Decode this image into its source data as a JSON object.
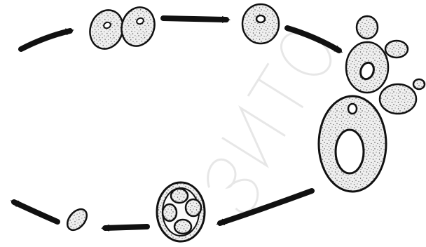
{
  "diagram": {
    "subject": "yeast-life-cycle",
    "style": "stippled-ink-drawing",
    "colors": {
      "ink": "#111111",
      "cell_fill": "#e6e6e6",
      "paper": "#ffffff",
      "watermark": "#d8d8d8"
    },
    "stages": [
      "budding-pair",
      "single-cell",
      "budding-colony",
      "ascus-with-spores",
      "released-spore"
    ],
    "arrows": 6
  },
  "watermark": {
    "text": "ЗИТО"
  }
}
